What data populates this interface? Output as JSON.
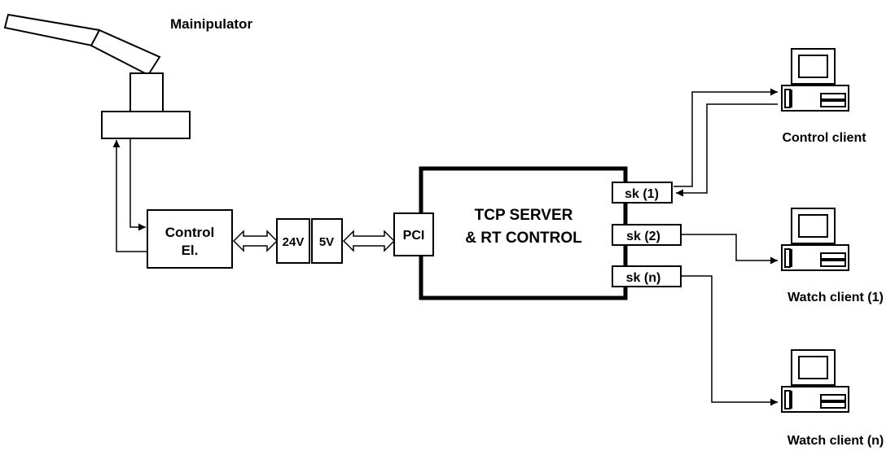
{
  "labels": {
    "manipulator": "Mainipulator",
    "control_el_line1": "Control",
    "control_el_line2": "El.",
    "v24": "24V",
    "v5": "5V",
    "pci": "PCI",
    "server_line1": "TCP SERVER",
    "server_line2": "& RT CONTROL",
    "sk1": "sk (1)",
    "sk2": "sk (2)",
    "skn": "sk (n)",
    "control_client": "Control client",
    "watch_client_1": "Watch client (1)",
    "watch_client_n": "Watch client (n)"
  }
}
